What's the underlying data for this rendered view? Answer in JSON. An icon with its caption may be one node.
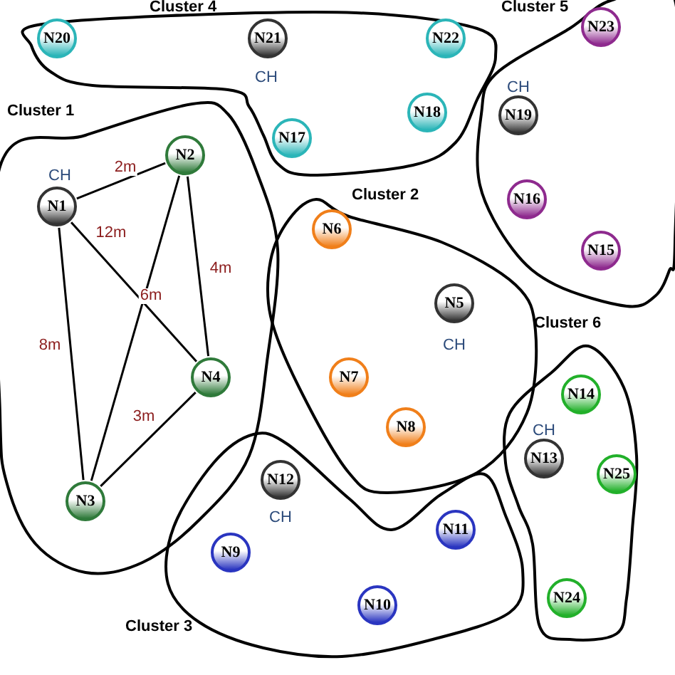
{
  "diagram": {
    "nodes": [
      {
        "text": [
          "Cluster 4"
        ]
      },
      {
        "text": [
          "N20"
        ],
        "in": 0
      },
      {
        "text": [
          "N21"
        ],
        "in": 0,
        "beside": [
          "CH"
        ]
      },
      {
        "text": [
          "N22"
        ],
        "in": 0
      },
      {
        "text": [
          "N18"
        ],
        "in": 0
      },
      {
        "text": [
          "N17"
        ],
        "in": 0
      },
      {
        "text": [
          "Cluster 5"
        ]
      },
      {
        "text": [
          "N23"
        ],
        "in": 6
      },
      {
        "text": [
          "N19"
        ],
        "in": 6,
        "beside": [
          "CH"
        ]
      },
      {
        "text": [
          "N16"
        ],
        "in": 6
      },
      {
        "text": [
          "N15"
        ],
        "in": 6
      },
      {
        "text": [
          "Cluster 1"
        ]
      },
      {
        "text": [
          "N1"
        ],
        "in": 11,
        "beside": [
          "CH"
        ]
      },
      {
        "text": [
          "N2"
        ],
        "in": 11
      },
      {
        "text": [
          "N3"
        ],
        "in": 11
      },
      {
        "text": [
          "N4"
        ],
        "in": 11
      },
      {
        "text": [
          "Cluster 2"
        ]
      },
      {
        "text": [
          "N6"
        ],
        "in": 16
      },
      {
        "text": [
          "N5"
        ],
        "in": 16,
        "beside": [
          "CH"
        ]
      },
      {
        "text": [
          "N7"
        ],
        "in": 16
      },
      {
        "text": [
          "N8"
        ],
        "in": 16
      },
      {
        "text": [
          "Cluster 6"
        ]
      },
      {
        "text": [
          "N14"
        ],
        "in": 21
      },
      {
        "text": [
          "N13"
        ],
        "in": 21,
        "beside": [
          "CH"
        ]
      },
      {
        "text": [
          "N25"
        ],
        "in": 21
      },
      {
        "text": [
          "N24"
        ],
        "in": 21
      },
      {
        "text": [
          "Cluster 3"
        ]
      },
      {
        "text": [
          "N12"
        ],
        "in": 26,
        "beside": [
          "CH"
        ]
      },
      {
        "text": [
          "N9"
        ],
        "in": 26
      },
      {
        "text": [
          "N11"
        ],
        "in": 26
      },
      {
        "text": [
          "N10"
        ],
        "in": 26
      }
    ],
    "edges": [
      {
        "from": 12,
        "to": 13,
        "arrow": "none",
        "label": "2m"
      },
      {
        "from": 12,
        "to": 15,
        "arrow": "none",
        "label": "12m"
      },
      {
        "from": 12,
        "to": 14,
        "arrow": "none",
        "label": "8m"
      },
      {
        "from": 13,
        "to": 14,
        "arrow": "none",
        "label": "6m"
      },
      {
        "from": 13,
        "to": 15,
        "arrow": "none",
        "label": "4m"
      },
      {
        "from": 14,
        "to": 15,
        "arrow": "none",
        "label": "3m"
      }
    ]
  }
}
